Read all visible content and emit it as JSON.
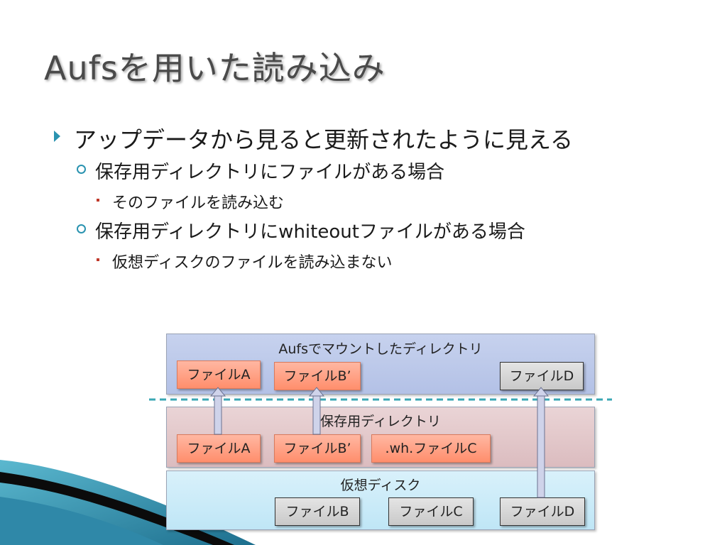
{
  "slide": {
    "title": "Aufsを用いた読み込み",
    "bullets": [
      {
        "level": 1,
        "text": "アップデータから見ると更新されたように見える"
      },
      {
        "level": 2,
        "text": "保存用ディレクトリにファイルがある場合"
      },
      {
        "level": 3,
        "text": "そのファイルを読み込む"
      },
      {
        "level": 2,
        "text": "保存用ディレクトリにwhiteoutファイルがある場合"
      },
      {
        "level": 3,
        "text": "仮想ディスクのファイルを読み込まない"
      }
    ]
  },
  "diagram": {
    "aufs_layer": {
      "title": "Aufsでマウントしたディレクトリ",
      "files": [
        "ファイルA",
        "ファイルB’",
        "ファイルD"
      ]
    },
    "save_layer": {
      "title": "保存用ディレクトリ",
      "files": [
        "ファイルA",
        "ファイルB’",
        ".wh.ファイルC"
      ]
    },
    "vdisk_layer": {
      "title": "仮想ディスク",
      "files": [
        "ファイルB",
        "ファイルC",
        "ファイルD"
      ]
    }
  },
  "colors": {
    "accent": "#2a93b0",
    "bullet3": "#c0392b",
    "dashed_line": "#3aa7b4",
    "orange_file": "#ff9a7a",
    "gray_file": "#d4d4d4"
  }
}
